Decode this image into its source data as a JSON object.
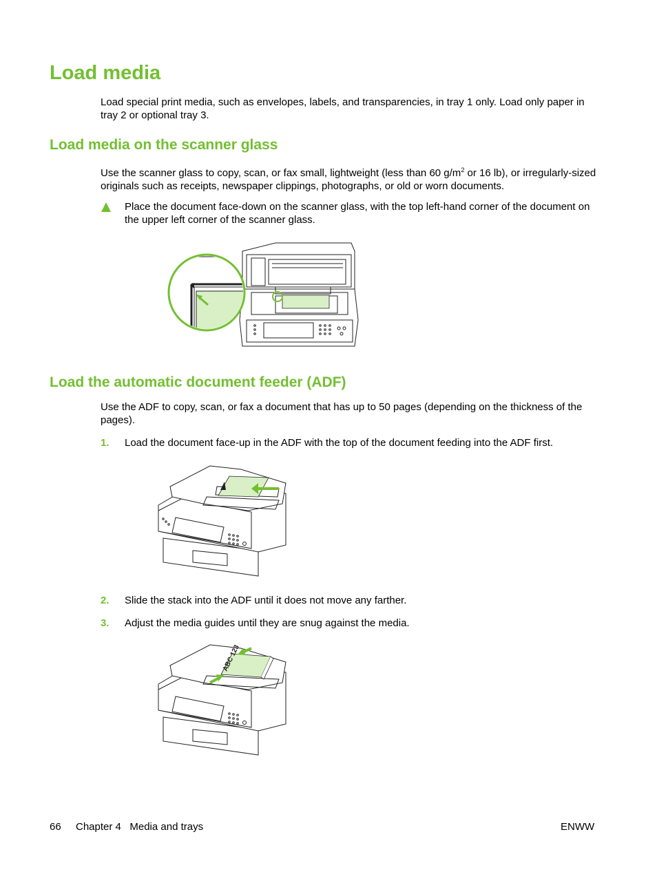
{
  "heading": "Load media",
  "intro": "Load special print media, such as envelopes, labels, and transparencies, in tray 1 only. Load only paper in tray 2 or optional tray 3.",
  "section_glass": {
    "title": "Load media on the scanner glass",
    "para_before_sup": "Use the scanner glass to copy, scan, or fax small, lightweight (less than 60 g/m",
    "sup": "2",
    "para_after_sup": " or 16 lb), or irregularly-sized originals such as receipts, newspaper clippings, photographs, or old or worn documents.",
    "instruction": "Place the document face-down on the scanner glass, with the top left-hand corner of the document on the upper left corner of the scanner glass."
  },
  "section_adf": {
    "title": "Load the automatic document feeder (ADF)",
    "para": "Use the ADF to copy, scan, or fax a document that has up to 50 pages (depending on the thickness of the pages).",
    "steps": [
      {
        "num": "1.",
        "text": "Load the document face-up in the ADF with the top of the document feeding into the ADF first."
      },
      {
        "num": "2.",
        "text": "Slide the stack into the ADF until it does not move any farther."
      },
      {
        "num": "3.",
        "text": "Adjust the media guides until they are snug against the media."
      }
    ],
    "stack_label": "ABC 123"
  },
  "footer": {
    "page": "66",
    "chapter": "Chapter 4   Media and trays",
    "right": "ENWW"
  },
  "colors": {
    "accent": "#73bf31",
    "paper": "#d9f0c6"
  }
}
